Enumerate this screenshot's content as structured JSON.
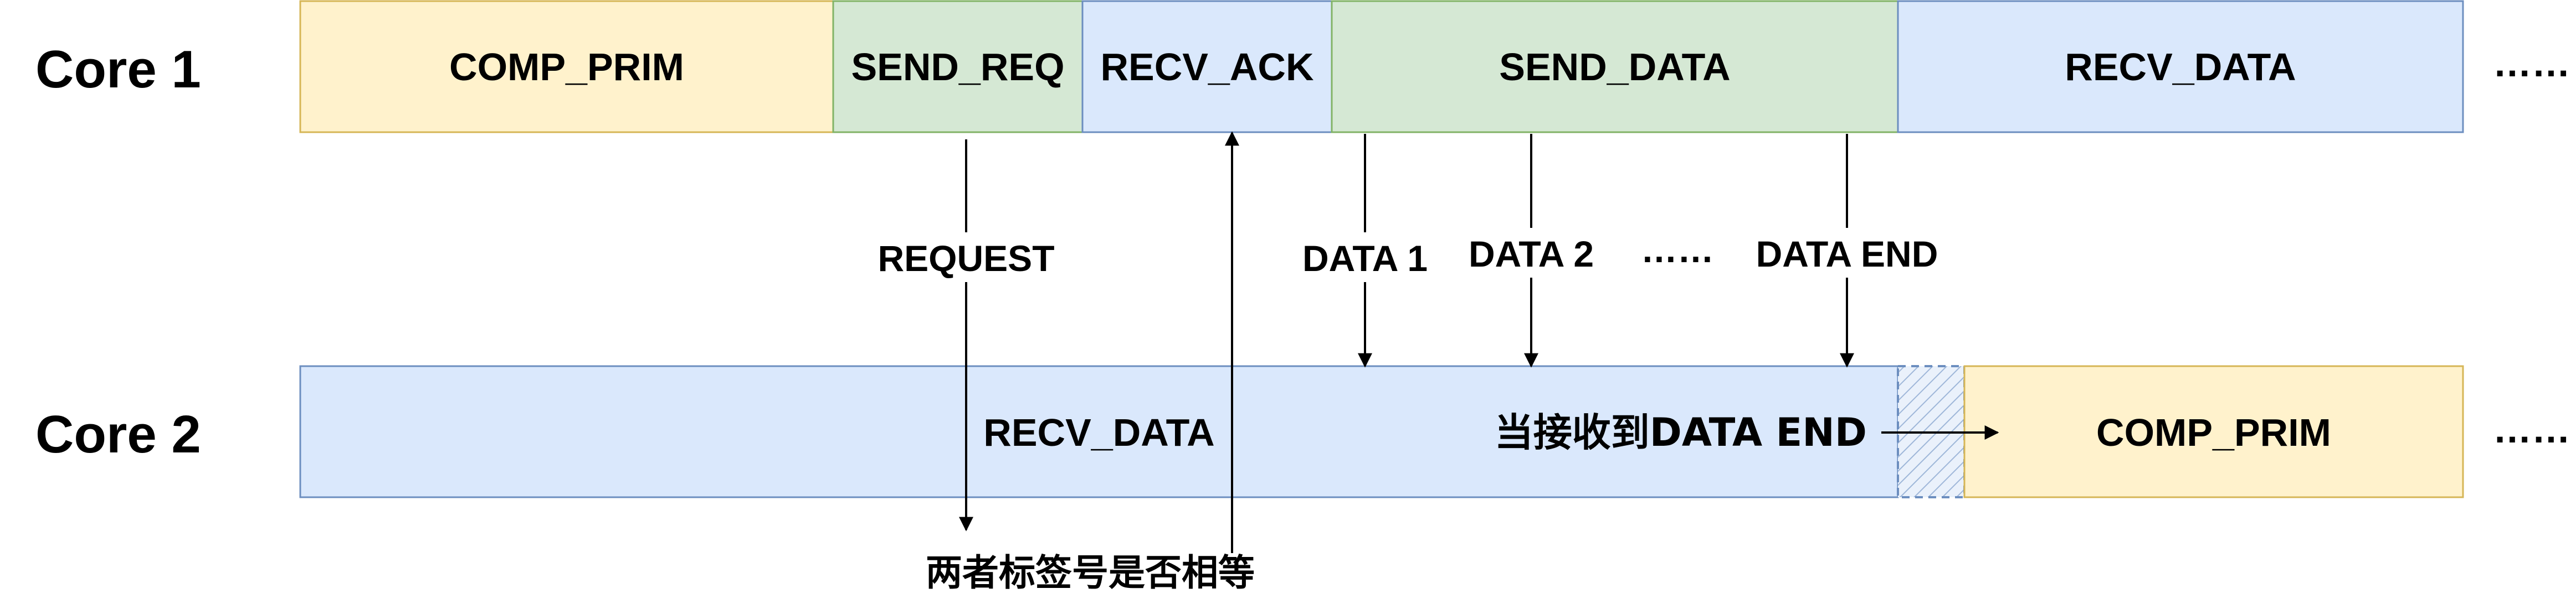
{
  "colors": {
    "yellow_fill": "#fff2cc",
    "yellow_stroke": "#d6b656",
    "green_fill": "#d5e8d4",
    "green_stroke": "#82b366",
    "blue_fill": "#dae8fc",
    "blue_stroke": "#6c8ebf",
    "arrow": "#000000"
  },
  "core1": {
    "label": "Core 1",
    "segments": [
      "COMP_PRIM",
      "SEND_REQ",
      "RECV_ACK",
      "SEND_DATA",
      "RECV_DATA"
    ],
    "continuation": "……"
  },
  "core2": {
    "label": "Core 2",
    "recv_label": "RECV_DATA",
    "condition_label": "当接收到DATA END",
    "comp_label": "COMP_PRIM",
    "continuation": "……"
  },
  "signals": {
    "request": "REQUEST",
    "data1": "DATA 1",
    "data2": "DATA 2",
    "ellipsis": "……",
    "data_end": "DATA END",
    "compare_note": "两者标签号是否相等"
  }
}
